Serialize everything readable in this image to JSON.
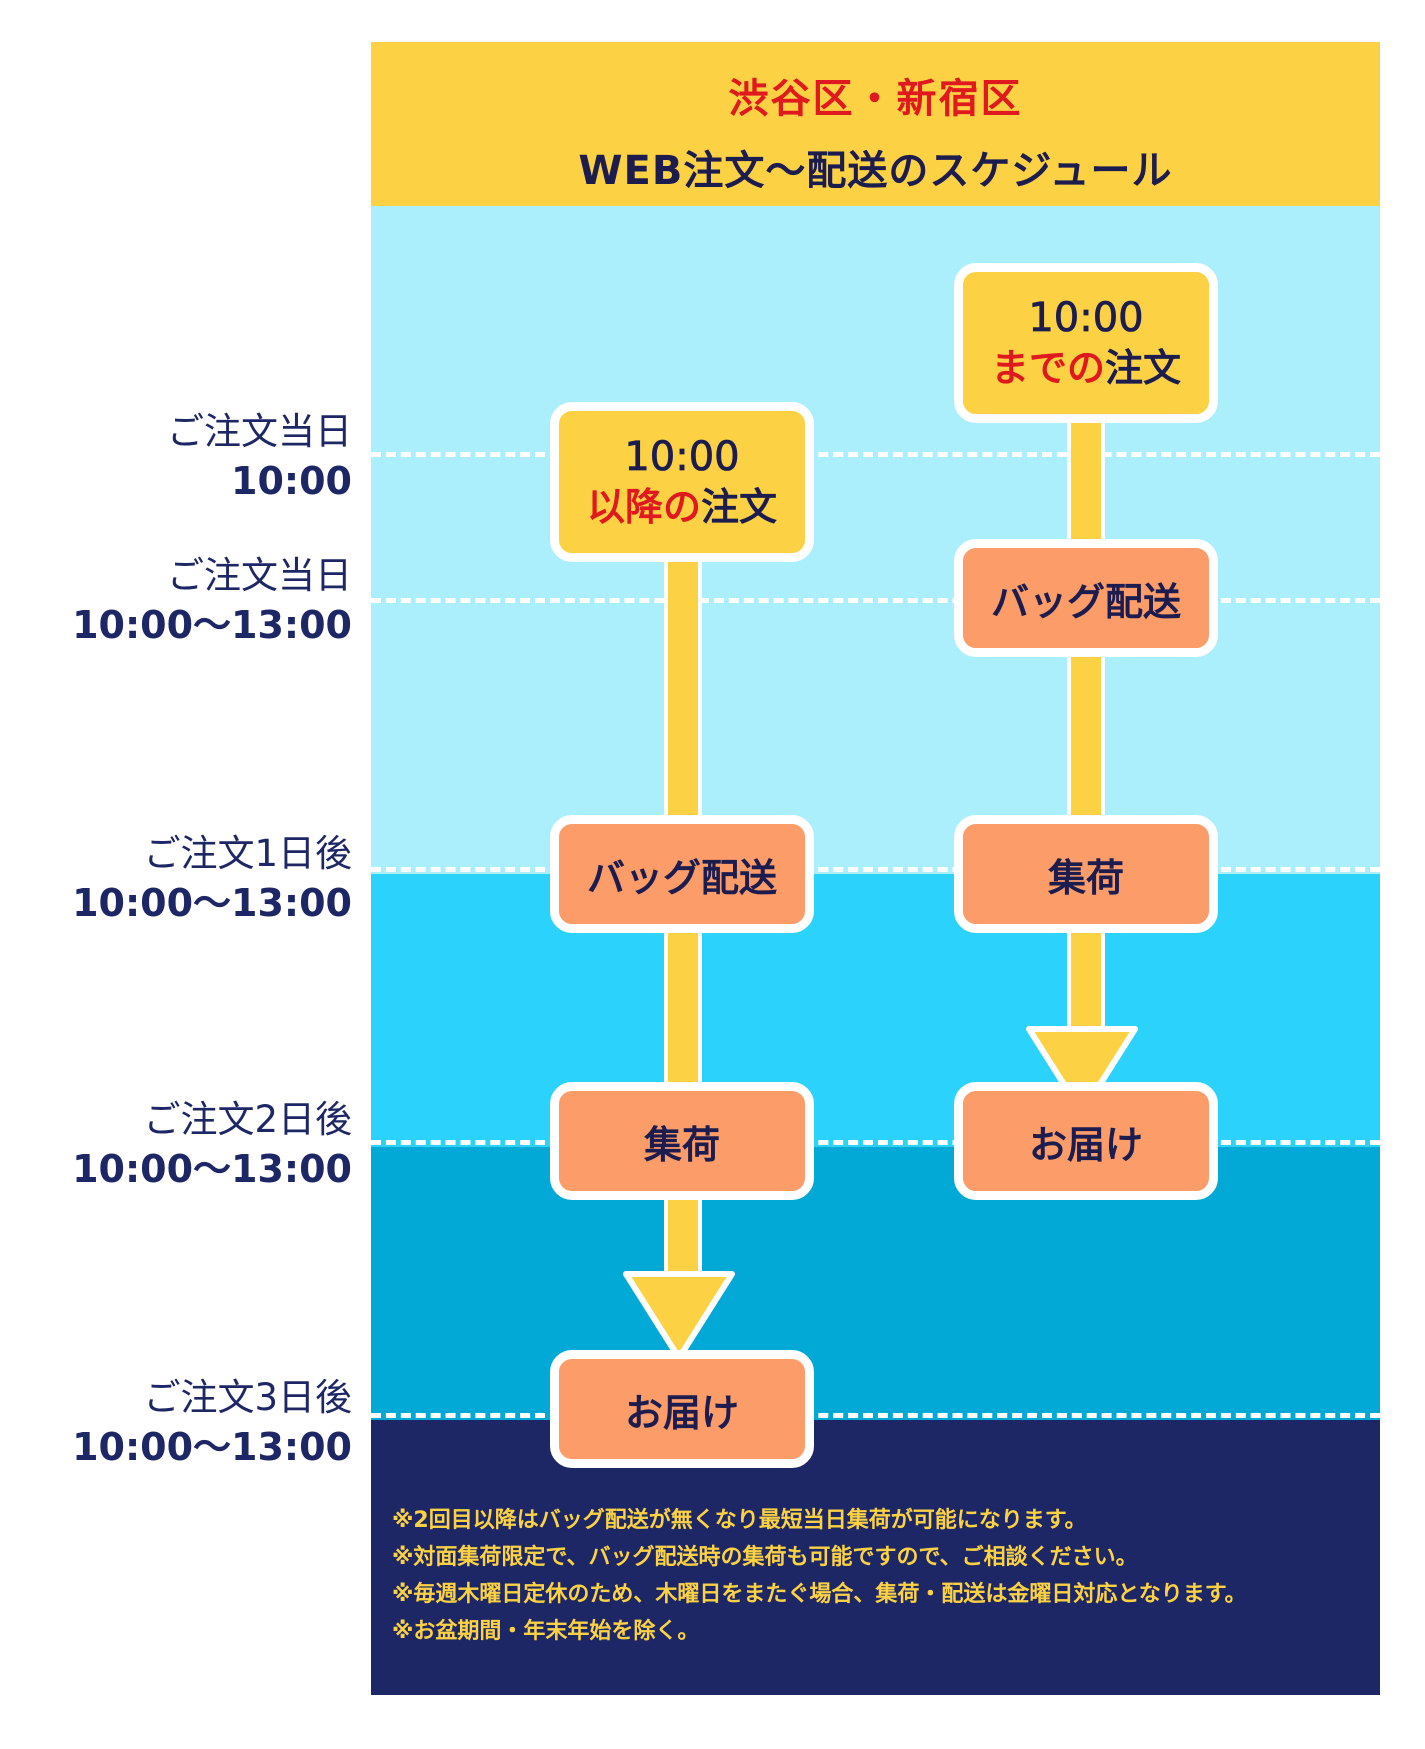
{
  "header": {
    "line1": "渋谷区・新宿区",
    "line2": "WEB注文〜配送のスケジュール"
  },
  "time_labels": [
    {
      "top": "ご注文当日",
      "bottom": "10:00"
    },
    {
      "top": "ご注文当日",
      "bottom": "10:00〜13:00"
    },
    {
      "top": "ご注文1日後",
      "bottom": "10:00〜13:00"
    },
    {
      "top": "ご注文2日後",
      "bottom": "10:00〜13:00"
    },
    {
      "top": "ご注文3日後",
      "bottom": "10:00〜13:00"
    }
  ],
  "flow_after": {
    "start_time": "10:00",
    "start_label_red": "以降の",
    "start_label_rest": "注文",
    "steps": [
      "バッグ配送",
      "集荷",
      "お届け"
    ]
  },
  "flow_before": {
    "start_time": "10:00",
    "start_label_red": "までの",
    "start_label_rest": "注文",
    "steps": [
      "バッグ配送",
      "集荷",
      "お届け"
    ]
  },
  "notes": [
    "※2回目以降はバッグ配送が無くなり最短当日集荷が可能になります。",
    "※対面集荷限定で、バッグ配送時の集荷も可能ですので、ご相談ください。",
    "※毎週木曜日定休のため、木曜日をまたぐ場合、集荷・配送は金曜日対応となります。",
    "※お盆期間・年末年始を除く。"
  ],
  "colors": {
    "header_bg": "#fcd244",
    "accent_red": "#e0191e",
    "navy": "#1d2765",
    "step_box": "#fc9c68",
    "band_light": "#abeefc",
    "band_mid": "#2bd3fc",
    "band_dark": "#02a8d6"
  }
}
